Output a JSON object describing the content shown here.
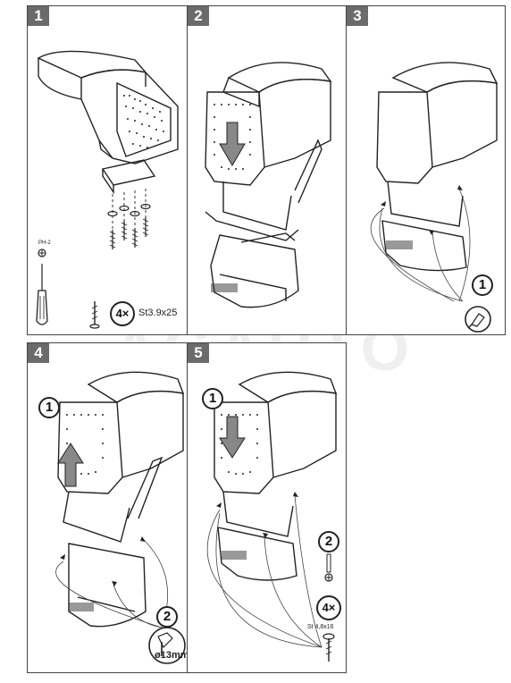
{
  "panels": {
    "p1": {
      "number": "1"
    },
    "p2": {
      "number": "2"
    },
    "p3": {
      "number": "3"
    },
    "p4": {
      "number": "4"
    },
    "p5": {
      "number": "5"
    }
  },
  "labels": {
    "tool_tip": "PH-2",
    "screw_count": "4×",
    "screw_spec": "St3.9x25",
    "p3_step": "1",
    "p4_step1": "1",
    "p4_step2": "2",
    "drill_size": "ø13mm",
    "p5_step1": "1",
    "p5_step2": "2",
    "p5_count": "4×",
    "p5_screw_spec": "St 4,8x16"
  },
  "watermark": "AGAUTO"
}
